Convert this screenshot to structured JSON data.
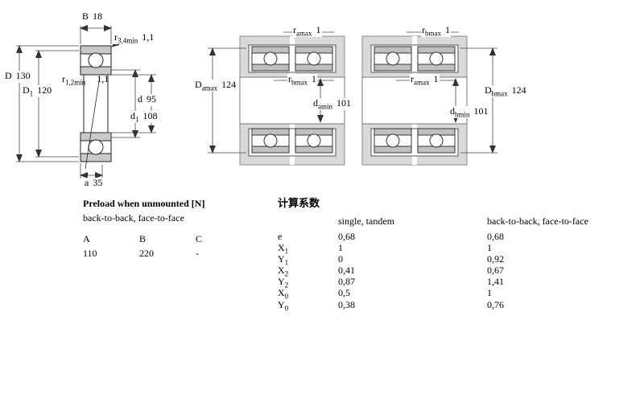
{
  "drawing_left": {
    "dim_B": {
      "base": "B",
      "sub": "",
      "value": "18"
    },
    "dim_r34": {
      "base": "r",
      "sub": "3,4min",
      "value": "1,1"
    },
    "dim_D": {
      "base": "D",
      "sub": "",
      "value": "130"
    },
    "dim_D1": {
      "base": "D",
      "sub": "1",
      "value": "120"
    },
    "dim_r12": {
      "base": "r",
      "sub": "1,2min",
      "value": "1,1"
    },
    "dim_d": {
      "base": "d",
      "sub": "",
      "value": "95"
    },
    "dim_d1": {
      "base": "d",
      "sub": "1",
      "value": "108"
    },
    "dim_a": {
      "base": "a",
      "sub": "",
      "value": "35"
    }
  },
  "drawing_pair1": {
    "dim_ra_top": {
      "base": "r",
      "sub": "amax",
      "value": "1"
    },
    "dim_Da": {
      "base": "D",
      "sub": "amax",
      "value": "124"
    },
    "dim_rb_mid": {
      "base": "r",
      "sub": "bmax",
      "value": "1"
    },
    "dim_da_bore": {
      "base": "d",
      "sub": "amin",
      "value": "101"
    }
  },
  "drawing_pair2": {
    "dim_rb_top": {
      "base": "r",
      "sub": "bmax",
      "value": "1"
    },
    "dim_ra_mid": {
      "base": "r",
      "sub": "amax",
      "value": "1"
    },
    "dim_Db": {
      "base": "D",
      "sub": "bmax",
      "value": "124"
    },
    "dim_db_bore": {
      "base": "d",
      "sub": "bmin",
      "value": "101"
    }
  },
  "preload_table": {
    "title": "Preload when unmounted [N]",
    "subtitle": "back-to-back, face-to-face",
    "headers": [
      "A",
      "B",
      "C"
    ],
    "values": [
      "110",
      "220",
      "-"
    ]
  },
  "factors_table": {
    "title": "计算系数",
    "col_single": "single, tandem",
    "col_paired": "back-to-back, face-to-face",
    "rows": [
      {
        "base": "e",
        "sub": "",
        "single": "0,68",
        "paired": "0,68"
      },
      {
        "base": "X",
        "sub": "1",
        "single": "1",
        "paired": "1"
      },
      {
        "base": "Y",
        "sub": "1",
        "single": "0",
        "paired": "0,92"
      },
      {
        "base": "X",
        "sub": "2",
        "single": "0,41",
        "paired": "0,67"
      },
      {
        "base": "Y",
        "sub": "2",
        "single": "0,87",
        "paired": "1,41"
      },
      {
        "base": "X",
        "sub": "0",
        "single": "0,5",
        "paired": "1"
      },
      {
        "base": "Y",
        "sub": "0",
        "single": "0,38",
        "paired": "0,76"
      }
    ]
  }
}
